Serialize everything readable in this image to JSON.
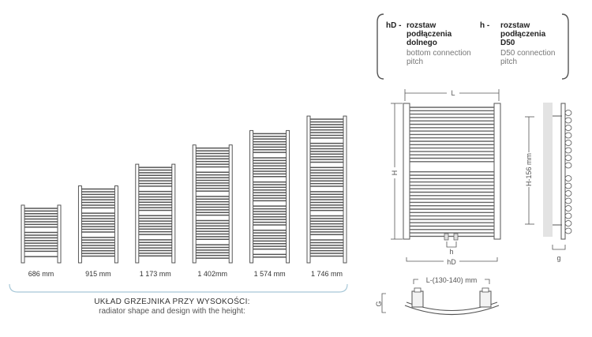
{
  "legend": {
    "hd": {
      "key": "hD -",
      "pl": [
        "rozstaw",
        "podłączenia",
        "dolnego"
      ],
      "en": [
        "bottom connection",
        "pitch"
      ]
    },
    "h": {
      "key": "h -",
      "pl": [
        "rozstaw",
        "podłączenia",
        "D50"
      ],
      "en": [
        "D50 connection",
        "pitch"
      ]
    }
  },
  "sizes": {
    "items": [
      {
        "label": "686 mm",
        "height_mm": 686
      },
      {
        "label": "915 mm",
        "height_mm": 915
      },
      {
        "label": "1 173 mm",
        "height_mm": 1173
      },
      {
        "label": "1 402mm",
        "height_mm": 1402
      },
      {
        "label": "1 574 mm",
        "height_mm": 1574
      },
      {
        "label": "1 746 mm",
        "height_mm": 1746
      }
    ]
  },
  "caption": {
    "pl": "UKŁAD GRZEJNIKA PRZY WYSOKOŚCI:",
    "en": "radiator shape and design with the height:"
  },
  "front_view": {
    "width_label": "L",
    "height_label": "H",
    "pitch_label": "h",
    "bottom_label": "hD"
  },
  "side_view": {
    "height_label": "H-156 mm",
    "depth_label": "g"
  },
  "top_view": {
    "width_label": "L-(130-140) mm",
    "g_label": "G"
  }
}
